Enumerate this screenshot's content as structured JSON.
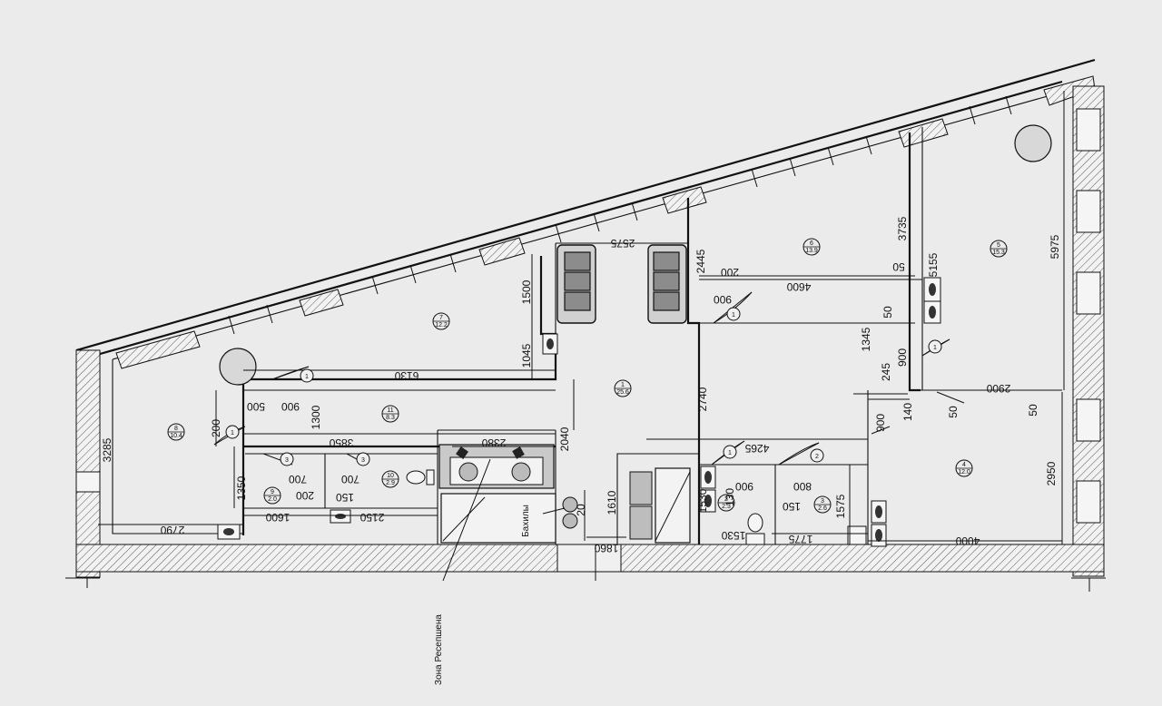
{
  "plan": {
    "reception_label": "Зона Ресепшена",
    "shoe_covers_label": "Бахилы"
  },
  "rooms": [
    {
      "num": "1",
      "area": "25.6"
    },
    {
      "num": "2",
      "area": "2.3"
    },
    {
      "num": "3",
      "area": "2.6"
    },
    {
      "num": "4",
      "area": "12.0"
    },
    {
      "num": "5",
      "area": "15.3"
    },
    {
      "num": "6",
      "area": "13.9"
    },
    {
      "num": "7",
      "area": "12.2"
    },
    {
      "num": "8",
      "area": "10.4"
    },
    {
      "num": "9",
      "area": "2.0"
    },
    {
      "num": "10",
      "area": "2.9"
    },
    {
      "num": "11",
      "area": "8.3"
    }
  ],
  "dimensions": [
    "2575",
    "2445",
    "200",
    "4600",
    "900",
    "1500",
    "1045",
    "6130",
    "3735",
    "5155",
    "5975",
    "50",
    "50",
    "1345",
    "900",
    "245",
    "2900",
    "50",
    "140",
    "50",
    "2740",
    "900",
    "200",
    "500",
    "900",
    "1300",
    "3285",
    "3850",
    "2380",
    "2040",
    "4265",
    "1350",
    "700",
    "200",
    "700",
    "150",
    "1610",
    "20",
    "1600",
    "2150",
    "2790",
    "900",
    "130",
    "800",
    "150",
    "1575",
    "1530",
    "1530",
    "1775",
    "2950",
    "4000",
    "1860"
  ],
  "door_tags": [
    "1",
    "1",
    "1",
    "1",
    "1",
    "2",
    "3",
    "3"
  ]
}
